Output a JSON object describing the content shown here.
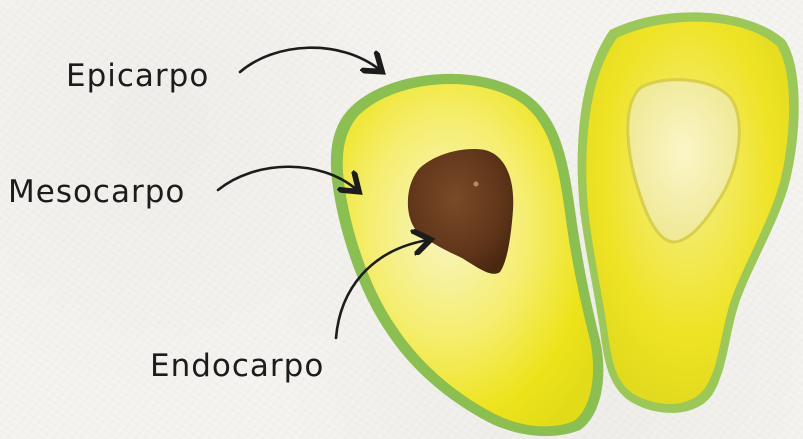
{
  "labels": {
    "epicarp": "Epicarpo",
    "mesocarp": "Mesocarpo",
    "endocarp": "Endocarpo"
  },
  "colors": {
    "background": "#f5f4f0",
    "skin": "#8cbf52",
    "flesh_yellow": "#f0e51c",
    "flesh_pale": "#f7f3b0",
    "seed": "#6b3d1f",
    "ink": "#1c1c1c"
  }
}
